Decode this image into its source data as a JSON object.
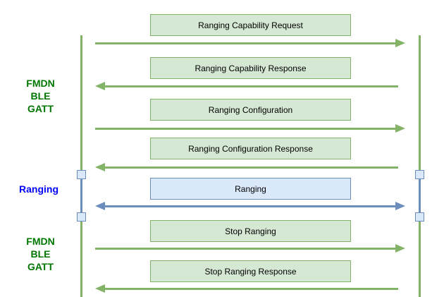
{
  "diagram": {
    "type": "sequence-diagram",
    "background": "#ffffff",
    "side_labels": {
      "fmdn_top": {
        "text": "FMDN\nBLE\nGATT",
        "color": "#007700"
      },
      "ranging": {
        "text": "Ranging",
        "color": "#0000ff"
      },
      "fmdn_bottom": {
        "text": "FMDN\nBLE\nGATT",
        "color": "#007700"
      }
    },
    "lifelines": {
      "count": 2,
      "left_color_segments": [
        "#82b366",
        "#6c8ebf",
        "#82b366"
      ],
      "right_color_segments": [
        "#82b366",
        "#6c8ebf",
        "#82b366"
      ],
      "activation_marker_fill": "#dae8fc",
      "activation_marker_stroke": "#6c8ebf"
    }
  },
  "messages": [
    {
      "label": "Ranging Capability Request",
      "direction": "right",
      "theme": "green"
    },
    {
      "label": "Ranging Capability Response",
      "direction": "left",
      "theme": "green"
    },
    {
      "label": "Ranging Configuration",
      "direction": "right",
      "theme": "green"
    },
    {
      "label": "Ranging Configuration Response",
      "direction": "left",
      "theme": "green"
    },
    {
      "label": "Ranging",
      "direction": "both",
      "theme": "blue"
    },
    {
      "label": "Stop Ranging",
      "direction": "right",
      "theme": "green"
    },
    {
      "label": "Stop Ranging Response",
      "direction": "left",
      "theme": "green"
    }
  ],
  "colors": {
    "green_fill": "#d5e8d4",
    "green_stroke": "#82b366",
    "blue_fill": "#dae8fc",
    "blue_stroke": "#6c8ebf",
    "green_label_text": "#007700",
    "blue_label_text": "#0000ff",
    "message_text": "#000000"
  }
}
